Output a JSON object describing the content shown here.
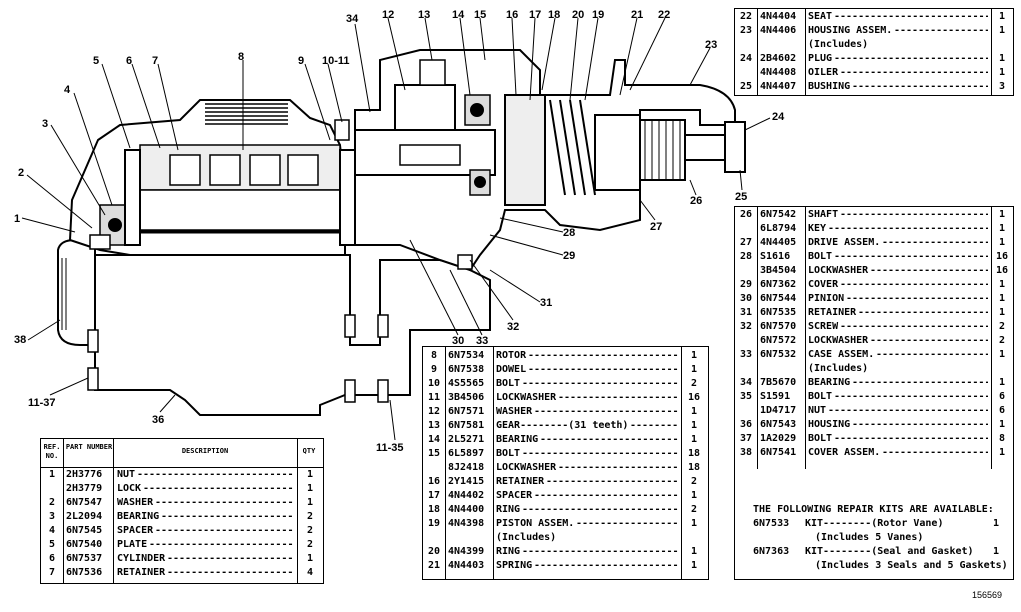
{
  "figure_id": "156569",
  "callouts": [
    "1",
    "2",
    "3",
    "4",
    "5",
    "6",
    "7",
    "8",
    "9",
    "10-11",
    "34",
    "12",
    "13",
    "14",
    "15",
    "16",
    "17",
    "18",
    "20",
    "19",
    "21",
    "22",
    "23",
    "24",
    "25",
    "26",
    "27",
    "28",
    "29",
    "31",
    "32",
    "33",
    "30",
    "38",
    "11-37",
    "36",
    "11-35"
  ],
  "table_left": {
    "headers": {
      "ref": "REF. NO.",
      "part": "PART NUMBER",
      "desc": "DESCRIPTION",
      "qty": "QTY"
    },
    "rows": [
      {
        "ref": "1",
        "part": "2H3776",
        "desc": "NUT",
        "qty": "1"
      },
      {
        "ref": "",
        "part": "2H3779",
        "desc": "LOCK",
        "qty": "1"
      },
      {
        "ref": "2",
        "part": "6N7547",
        "desc": "WASHER",
        "qty": "1"
      },
      {
        "ref": "3",
        "part": "2L2094",
        "desc": "BEARING",
        "qty": "2"
      },
      {
        "ref": "4",
        "part": "6N7545",
        "desc": "SPACER",
        "qty": "2"
      },
      {
        "ref": "5",
        "part": "6N7540",
        "desc": "PLATE",
        "qty": "2"
      },
      {
        "ref": "6",
        "part": "6N7537",
        "desc": "CYLINDER",
        "qty": "1"
      },
      {
        "ref": "7",
        "part": "6N7536",
        "desc": "RETAINER",
        "qty": "4"
      }
    ]
  },
  "table_mid": {
    "rows": [
      {
        "ref": "8",
        "part": "6N7534",
        "desc": "ROTOR",
        "qty": "1"
      },
      {
        "ref": "9",
        "part": "6N7538",
        "desc": "DOWEL",
        "qty": "1"
      },
      {
        "ref": "10",
        "part": "4S5565",
        "desc": "BOLT",
        "qty": "2"
      },
      {
        "ref": "11",
        "part": "3B4506",
        "desc": "LOCKWASHER",
        "qty": "16"
      },
      {
        "ref": "12",
        "part": "6N7571",
        "desc": "WASHER",
        "qty": "1"
      },
      {
        "ref": "13",
        "part": "6N7581",
        "desc": "GEAR--------(31 teeth)",
        "qty": "1"
      },
      {
        "ref": "14",
        "part": "2L5271",
        "desc": "BEARING",
        "qty": "1"
      },
      {
        "ref": "15",
        "part": "6L5897",
        "desc": "BOLT",
        "qty": "18"
      },
      {
        "ref": "",
        "part": "8J2418",
        "desc": "LOCKWASHER",
        "qty": "18"
      },
      {
        "ref": "16",
        "part": "2Y1415",
        "desc": "RETAINER",
        "qty": "2"
      },
      {
        "ref": "17",
        "part": "4N4402",
        "desc": "SPACER",
        "qty": "1"
      },
      {
        "ref": "18",
        "part": "4N4400",
        "desc": "RING",
        "qty": "2"
      },
      {
        "ref": "19",
        "part": "4N4398",
        "desc": "PISTON ASSEM.",
        "qty": "1"
      },
      {
        "ref": "",
        "part": "",
        "desc": "(Includes)",
        "qty": ""
      },
      {
        "ref": "20",
        "part": "4N4399",
        "desc": "RING",
        "qty": "1"
      },
      {
        "ref": "21",
        "part": "4N4403",
        "desc": "SPRING",
        "qty": "1"
      }
    ]
  },
  "table_top": {
    "rows": [
      {
        "ref": "22",
        "part": "4N4404",
        "desc": "SEAT",
        "qty": "1"
      },
      {
        "ref": "23",
        "part": "4N4406",
        "desc": "HOUSING ASSEM.",
        "qty": "1"
      },
      {
        "ref": "",
        "part": "",
        "desc": "(Includes)",
        "qty": ""
      },
      {
        "ref": "24",
        "part": "2B4602",
        "desc": "PLUG",
        "qty": "1"
      },
      {
        "ref": "",
        "part": "4N4408",
        "desc": "OILER",
        "qty": "1"
      },
      {
        "ref": "25",
        "part": "4N4407",
        "desc": "BUSHING",
        "qty": "3"
      }
    ]
  },
  "table_right": {
    "rows": [
      {
        "ref": "26",
        "part": "6N7542",
        "desc": "SHAFT",
        "qty": "1"
      },
      {
        "ref": "",
        "part": "6L8794",
        "desc": "KEY",
        "qty": "1"
      },
      {
        "ref": "27",
        "part": "4N4405",
        "desc": "DRIVE ASSEM.",
        "qty": "1"
      },
      {
        "ref": "28",
        "part": "S1616",
        "desc": "BOLT",
        "qty": "16"
      },
      {
        "ref": "",
        "part": "3B4504",
        "desc": "LOCKWASHER",
        "qty": "16"
      },
      {
        "ref": "29",
        "part": "6N7362",
        "desc": "COVER",
        "qty": "1"
      },
      {
        "ref": "30",
        "part": "6N7544",
        "desc": "PINION",
        "qty": "1"
      },
      {
        "ref": "31",
        "part": "6N7535",
        "desc": "RETAINER",
        "qty": "1"
      },
      {
        "ref": "32",
        "part": "6N7570",
        "desc": "SCREW",
        "qty": "2"
      },
      {
        "ref": "",
        "part": "6N7572",
        "desc": "LOCKWASHER",
        "qty": "2"
      },
      {
        "ref": "33",
        "part": "6N7532",
        "desc": "CASE ASSEM.",
        "qty": "1"
      },
      {
        "ref": "",
        "part": "",
        "desc": "(Includes)",
        "qty": ""
      },
      {
        "ref": "34",
        "part": "7B5670",
        "desc": "BEARING",
        "qty": "1"
      },
      {
        "ref": "35",
        "part": "S1591",
        "desc": "BOLT",
        "qty": "6"
      },
      {
        "ref": "",
        "part": "1D4717",
        "desc": "NUT",
        "qty": "6"
      },
      {
        "ref": "36",
        "part": "6N7543",
        "desc": "HOUSING",
        "qty": "1"
      },
      {
        "ref": "37",
        "part": "1A2029",
        "desc": "BOLT",
        "qty": "8"
      },
      {
        "ref": "38",
        "part": "6N7541",
        "desc": "COVER ASSEM.",
        "qty": "1"
      }
    ],
    "kits_heading": "THE FOLLOWING REPAIR KITS ARE AVAILABLE:",
    "kits": [
      {
        "part": "6N7533",
        "desc": "KIT--------(Rotor Vane)",
        "qty": "1",
        "note": "(Includes 5 Vanes)"
      },
      {
        "part": "6N7363",
        "desc": "KIT--------(Seal and Gasket)",
        "qty": "1",
        "note": "(Includes 3 Seals and 5 Gaskets)"
      }
    ]
  }
}
